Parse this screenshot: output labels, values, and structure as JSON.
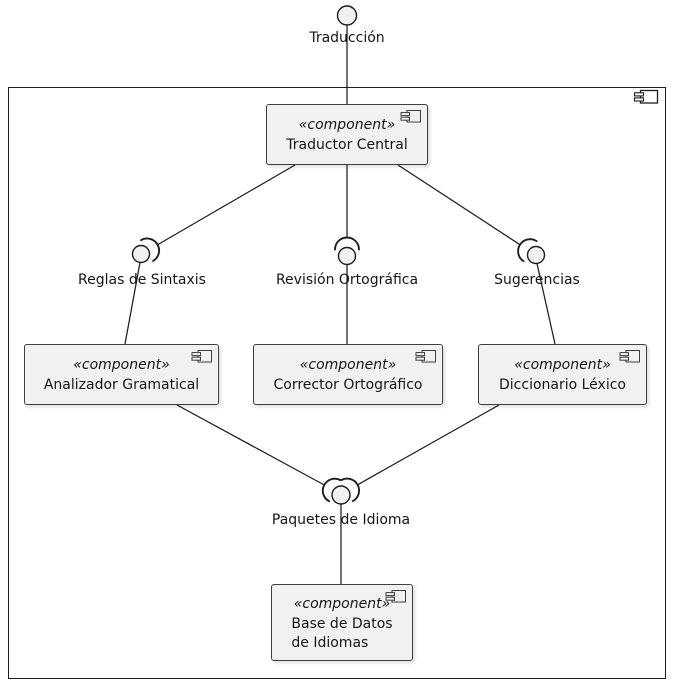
{
  "diagram": {
    "type": "uml-component-diagram",
    "colors": {
      "background": "#ffffff",
      "component_fill": "#f1f1f1",
      "component_border": "#3f3f3f",
      "line": "#1d1d1d",
      "text": "#161616"
    },
    "interfaces": [
      {
        "id": "traduccion",
        "label": "Traducción"
      },
      {
        "id": "reglas-de-sintaxis",
        "label": "Reglas de Sintaxis"
      },
      {
        "id": "revision-ortografica",
        "label": "Revisión Ortográfica"
      },
      {
        "id": "sugerencias",
        "label": "Sugerencias"
      },
      {
        "id": "paquetes-de-idioma",
        "label": "Paquetes de Idioma"
      }
    ],
    "components": [
      {
        "id": "traductor-central",
        "stereotype": "«component»",
        "name": "Traductor Central"
      },
      {
        "id": "analizador-gramatical",
        "stereotype": "«component»",
        "name": "Analizador Gramatical"
      },
      {
        "id": "corrector-ortografico",
        "stereotype": "«component»",
        "name": "Corrector Ortográfico"
      },
      {
        "id": "diccionario-lexico",
        "stereotype": "«component»",
        "name": "Diccionario Léxico"
      },
      {
        "id": "base-de-datos",
        "stereotype": "«component»",
        "name": "Base de Datos\nde Idiomas"
      }
    ]
  }
}
